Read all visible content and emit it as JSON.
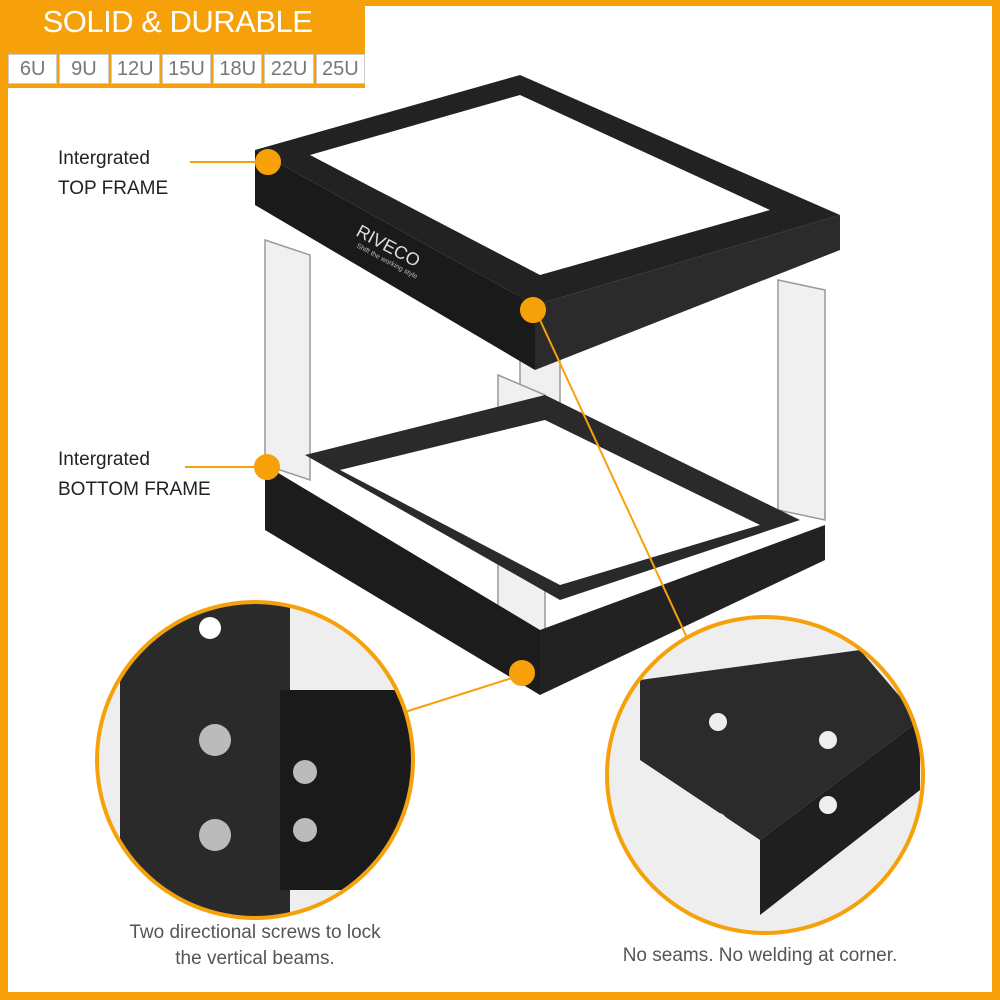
{
  "banner": {
    "title": "SOLID & DURABLE"
  },
  "sizes": [
    "6U",
    "9U",
    "12U",
    "15U",
    "18U",
    "22U",
    "25U"
  ],
  "labels": {
    "top_frame": [
      "Intergrated",
      "TOP FRAME"
    ],
    "bottom_frame": [
      "Intergrated",
      "BOTTOM FRAME"
    ]
  },
  "brand": {
    "logo": "RIVECO",
    "tagline": "Shift the working style"
  },
  "captions": {
    "left": [
      "Two directional screws to lock",
      "the vertical beams."
    ],
    "right": "No seams. No welding at corner."
  },
  "colors": {
    "accent": "#f7a10a",
    "metal": "#1c1c1c"
  }
}
